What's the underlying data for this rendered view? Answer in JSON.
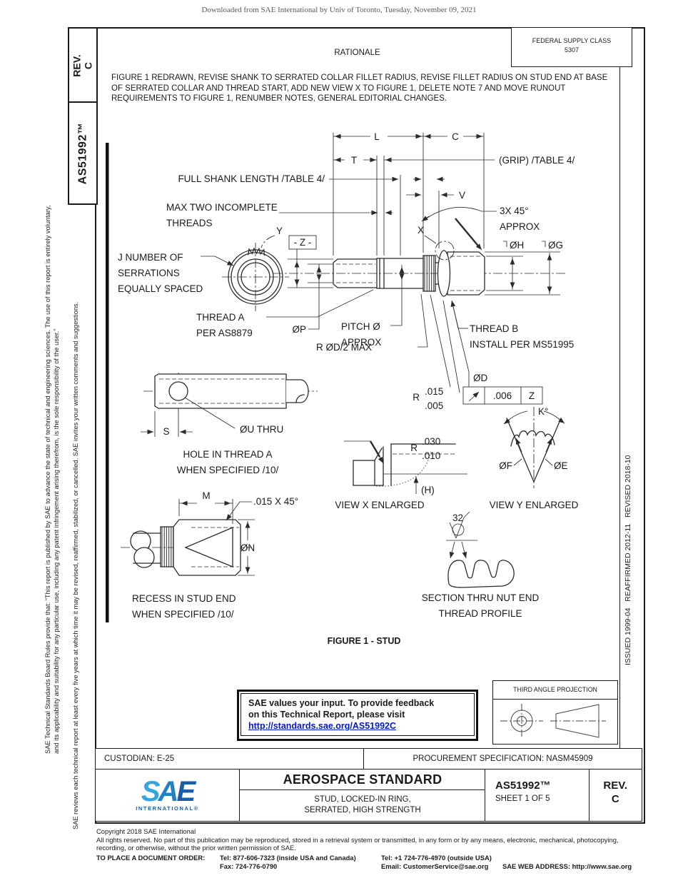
{
  "page": {
    "top_note": "Downloaded from SAE International by Univ of Toronto, Tuesday, November 09, 2021"
  },
  "sidebar_left": {
    "rev_label": "REV.",
    "rev_value": "C",
    "doc_number": "AS51992™",
    "disclaimer_1": "SAE Technical Standards Board Rules provide that: “This report is published by SAE to advance the state of technical and engineering sciences. The use of this report is entirely voluntary, and its applicability and suitability for any particular use, including any patent infringement arising therefrom, is the sole responsibility of the user.”",
    "disclaimer_2": "SAE reviews each technical report at least every five years at which time it may be revised, reaffirmed, stabilized, or cancelled. SAE invites your written comments and suggestions."
  },
  "sidebar_right": {
    "history": "ISSUED 1999-04   REAFFIRMED 2012-11   REVISED 2018-10"
  },
  "header": {
    "federal_supply_class_label": "FEDERAL SUPPLY CLASS",
    "federal_supply_class_value": "5307",
    "rationale_title": "RATIONALE",
    "rationale_text": "FIGURE 1 REDRAWN, REVISE SHANK TO SERRATED COLLAR FILLET RADIUS, REVISE FILLET RADIUS ON STUD END AT BASE OF SERRATED COLLAR AND THREAD START, ADD NEW VIEW X TO FIGURE 1, DELETE NOTE 7 AND MOVE RUNOUT REQUIREMENTS TO FIGURE 1, RENUMBER NOTES, GENERAL EDITORIAL CHANGES."
  },
  "figure": {
    "caption": "FIGURE 1 - STUD",
    "labels": {
      "dim_l": "L",
      "dim_c": "C",
      "dim_t": "T",
      "dim_v": "V",
      "grip": "(GRIP) /TABLE 4/",
      "full_shank": "FULL SHANK LENGTH /TABLE 4/",
      "max_two_1": "MAX TWO INCOMPLETE",
      "max_two_2": "THREADS",
      "chamfer_1": "3X 45°",
      "chamfer_2": "APPROX",
      "x_ref": "X",
      "y_ref": "Y",
      "datum_z": "- Z -",
      "serr_1": "J NUMBER OF",
      "serr_2": "SERRATIONS",
      "serr_3": "EQUALLY SPACED",
      "dia_p": "ØP",
      "pitch_1": "PITCH Ø",
      "pitch_2": "APPROX",
      "thread_a_1": "THREAD A",
      "thread_a_2": "PER AS8879",
      "thread_b_1": "THREAD B",
      "thread_b_2": "INSTALL PER MS51995",
      "r_d2": "R ØD/2 MAX",
      "r1": "R",
      "r1_up": ".015",
      "r1_lo": ".005",
      "dia_d": "ØD",
      "fcf_value": ".006",
      "fcf_datum": "Z",
      "dia_h": "ØH",
      "dia_g": "ØG",
      "dia_u": "ØU THRU",
      "dim_s": "S",
      "hole_cap_1": "HOLE IN THREAD A",
      "hole_cap_2": "WHEN SPECIFIED /10/",
      "dim_m": "M",
      "chamfer_recess": ".015 X 45°",
      "dia_n": "ØN",
      "recess_cap_1": "RECESS IN STUD END",
      "recess_cap_2": "WHEN SPECIFIED /10/",
      "r2": "R",
      "r2_up": ".030",
      "r2_lo": ".010",
      "h_ref": "(H)",
      "view_x_cap": "VIEW X ENLARGED",
      "k_deg": "K°",
      "dia_f": "ØF",
      "dia_e": "ØE",
      "view_y_cap": "VIEW Y ENLARGED",
      "finish": "32",
      "section_cap_1": "SECTION THRU NUT END",
      "section_cap_2": "THREAD PROFILE"
    }
  },
  "feedback_box": {
    "line1": "SAE values your input. To provide feedback",
    "line2": "on this Technical Report, please visit",
    "link": "http://standards.sae.org/AS51992C"
  },
  "projection": {
    "title": "THIRD ANGLE PROJECTION"
  },
  "title_block": {
    "custodian": "CUSTODIAN: E-25",
    "procurement": "PROCUREMENT SPECIFICATION: NASM45909",
    "standard_type": "AEROSPACE STANDARD",
    "title_line1": "STUD, LOCKED-IN RING,",
    "title_line2": "SERRATED, HIGH STRENGTH",
    "doc_number": "AS51992™",
    "sheet": "SHEET 1 OF 5",
    "rev_label": "REV.",
    "rev_value": "C",
    "logo_s": "S",
    "logo_a": "A",
    "logo_e": "E",
    "logo_sub": "INTERNATIONAL®"
  },
  "footer": {
    "copyright": "Copyright 2018 SAE International",
    "rights": "All rights reserved. No part of this publication may be reproduced, stored in a retrieval system or transmitted, in any form or by any means, electronic, mechanical, photocopying, recording, or otherwise, without the prior written permission of SAE.",
    "order_label": "TO PLACE A DOCUMENT ORDER:",
    "tel1": "Tel: 877-606-7323 (inside USA and Canada)",
    "tel2": "Tel: +1 724-776-4970 (outside USA)",
    "fax": "Fax: 724-776-0790",
    "email": "Email: CustomerService@sae.org",
    "web": "SAE WEB ADDRESS: http://www.sae.org"
  },
  "colors": {
    "logo_light": "#35a6dd",
    "logo_mid": "#2280c4",
    "logo_dark": "#1b5ea8",
    "link_blue": "#0018cc"
  }
}
